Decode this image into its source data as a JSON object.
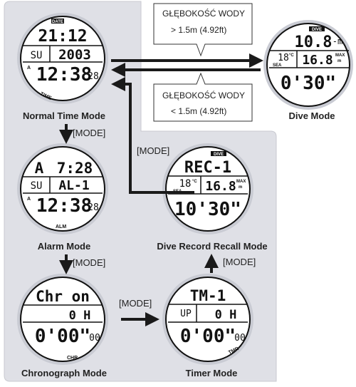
{
  "modes": {
    "normal": {
      "label": "Normal Time Mode",
      "badge": "DATE",
      "line1": "21:12",
      "day": "SU",
      "year": "2003",
      "indicator": "A",
      "time": "12:38",
      "seconds": "28",
      "tag": "TIME"
    },
    "alarm": {
      "label": "Alarm Mode",
      "line1_left": "A",
      "line1_right": "7:28",
      "day": "SU",
      "alarm_no": "AL-1",
      "indicator": "A",
      "time": "12:38",
      "seconds": "28",
      "tag": "ALM"
    },
    "chrono": {
      "label": "Chronograph Mode",
      "line1": "Chr on",
      "line2": "0 H",
      "time": "0'00\"",
      "hundredths": "00",
      "tag": "CHR"
    },
    "timer": {
      "label": "Timer Mode",
      "line1": "TM-1",
      "up": "UP",
      "line2": "0 H",
      "time": "0'00\"",
      "hundredths": "00",
      "tag": "TMR"
    },
    "recall": {
      "label": "Dive Record Recall Mode",
      "badge": "DIVE",
      "line1": "REC-1",
      "temp": "18",
      "temp_unit": "°C",
      "sea": "SEA",
      "depth": "16.8",
      "max": "MAX",
      "unit": "m",
      "time": "10'30\""
    },
    "dive": {
      "label": "Dive Mode",
      "badge": "DIVE",
      "depth": "10.8",
      "depth_unit": "-m",
      "temp": "18",
      "temp_unit": "°C",
      "sea": "SEA",
      "max_depth": "16.8",
      "max": "MAX",
      "unit": "m",
      "time": "0'30\""
    }
  },
  "steps": {
    "normal_to_alarm": "[MODE]",
    "alarm_to_chrono": "[MODE]",
    "chrono_to_timer": "[MODE]",
    "timer_to_recall": "[MODE]",
    "recall_to_normal": "[MODE]"
  },
  "notes": {
    "enter_title": "GŁĘBOKOŚĆ WODY",
    "enter_value": "> 1.5m (4.92ft)",
    "exit_title": "GŁĘBOKOŚĆ WODY",
    "exit_value": "< 1.5m (4.92ft)"
  }
}
